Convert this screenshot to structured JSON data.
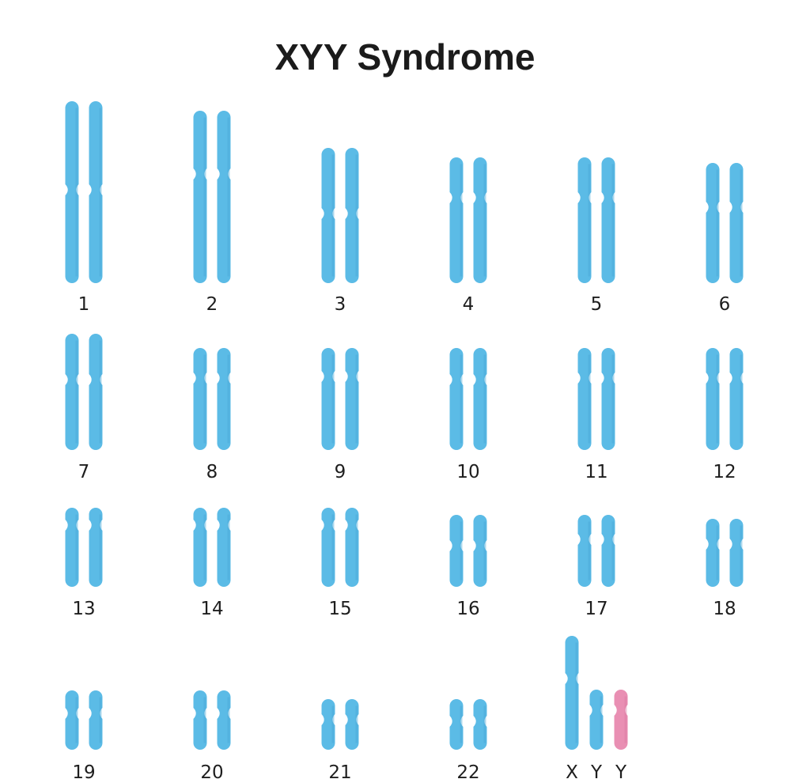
{
  "title": "XYY Syndrome",
  "colors": {
    "autosome": "#5bbbe6",
    "autosome_shade": "#49a9d6",
    "extra_y": "#e98fb3",
    "extra_y_shade": "#d97aa1",
    "label": "#1e1e1e"
  },
  "rows": [
    {
      "chromosomes": [
        {
          "label": "1",
          "copies": 2
        },
        {
          "label": "2",
          "copies": 2
        },
        {
          "label": "3",
          "copies": 2
        },
        {
          "label": "4",
          "copies": 2
        },
        {
          "label": "5",
          "copies": 2
        },
        {
          "label": "6",
          "copies": 2
        }
      ]
    },
    {
      "chromosomes": [
        {
          "label": "7",
          "copies": 2
        },
        {
          "label": "8",
          "copies": 2
        },
        {
          "label": "9",
          "copies": 2
        },
        {
          "label": "10",
          "copies": 2
        },
        {
          "label": "11",
          "copies": 2
        },
        {
          "label": "12",
          "copies": 2
        }
      ]
    },
    {
      "chromosomes": [
        {
          "label": "13",
          "copies": 2
        },
        {
          "label": "14",
          "copies": 2
        },
        {
          "label": "15",
          "copies": 2
        },
        {
          "label": "16",
          "copies": 2
        },
        {
          "label": "17",
          "copies": 2
        },
        {
          "label": "18",
          "copies": 2
        }
      ]
    },
    {
      "chromosomes": [
        {
          "label": "19",
          "copies": 2
        },
        {
          "label": "20",
          "copies": 2
        },
        {
          "label": "21",
          "copies": 2
        },
        {
          "label": "22",
          "copies": 2
        }
      ]
    }
  ],
  "sex_chromosomes": {
    "labels": [
      "X",
      "Y",
      "Y"
    ],
    "extra_copy": "Y"
  }
}
